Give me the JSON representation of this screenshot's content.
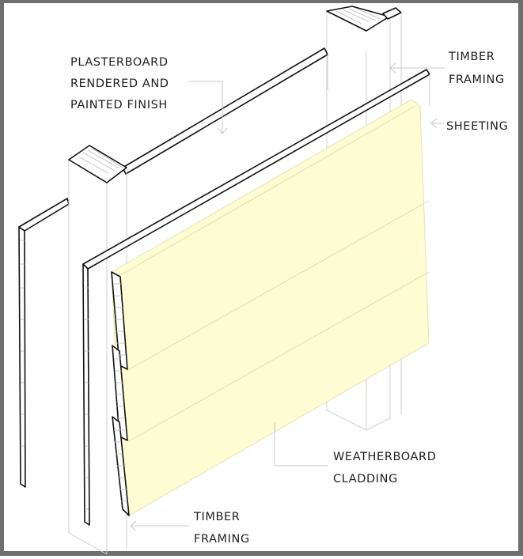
{
  "figure": {
    "title": "Weatherboard cladding wall section (isometric)",
    "colors": {
      "cladding": "#fdfcd2",
      "ink": "#111111",
      "frame_border": "#6f6f6f",
      "leader_line": "#c8c8c8"
    }
  },
  "labels": {
    "plasterboard": [
      "PLASTERBOARD",
      "RENDERED AND",
      "PAINTED FINISH"
    ],
    "timber_framing_top": [
      "TIMBER",
      "FRAMING"
    ],
    "sheeting": [
      "SHEETING"
    ],
    "weatherboard": [
      "WEATHERBOARD",
      "CLADDING"
    ],
    "timber_framing_bottom": [
      "TIMBER",
      "FRAMING"
    ]
  }
}
